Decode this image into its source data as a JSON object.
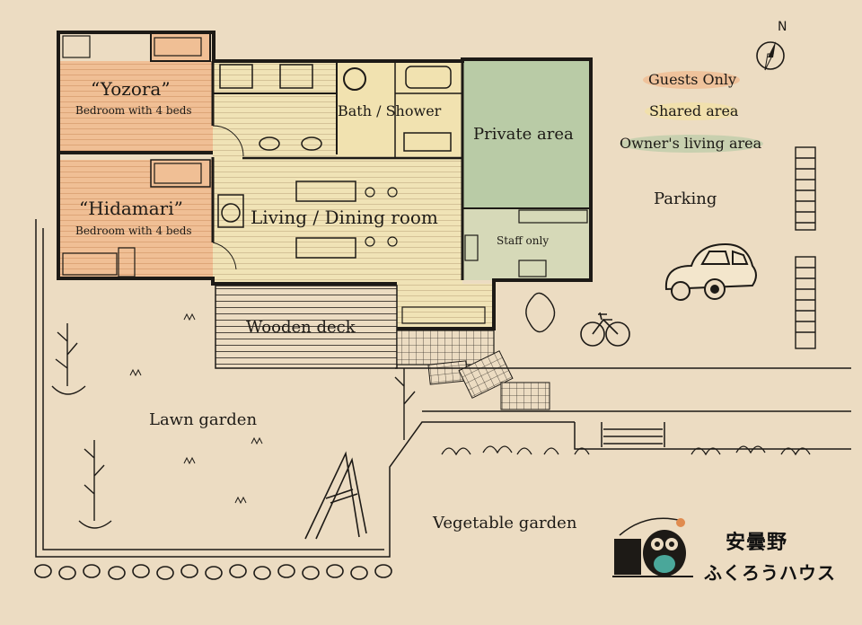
{
  "legend": {
    "guests_only": "Guests Only",
    "shared_area": "Shared area",
    "owners_area": "Owner's living area",
    "colors": {
      "guests_only": "#f0b98e",
      "shared_area": "#f2e1a8",
      "owners_area": "#b9cba6"
    }
  },
  "compass": {
    "north": "N"
  },
  "rooms": {
    "yozora_name": "“Yozora”",
    "yozora_desc": "Bedroom with 4 beds",
    "hidamari_name": "“Hidamari”",
    "hidamari_desc": "Bedroom with 4 beds",
    "bath": "Bath / Shower",
    "living": "Living / Dining room",
    "private": "Private area",
    "staff": "Staff only",
    "deck": "Wooden deck"
  },
  "outdoor": {
    "lawn": "Lawn garden",
    "vegetable": "Vegetable garden",
    "parking": "Parking"
  },
  "logo": {
    "line1": "安曇野",
    "line2": "ふくろうハウス"
  }
}
